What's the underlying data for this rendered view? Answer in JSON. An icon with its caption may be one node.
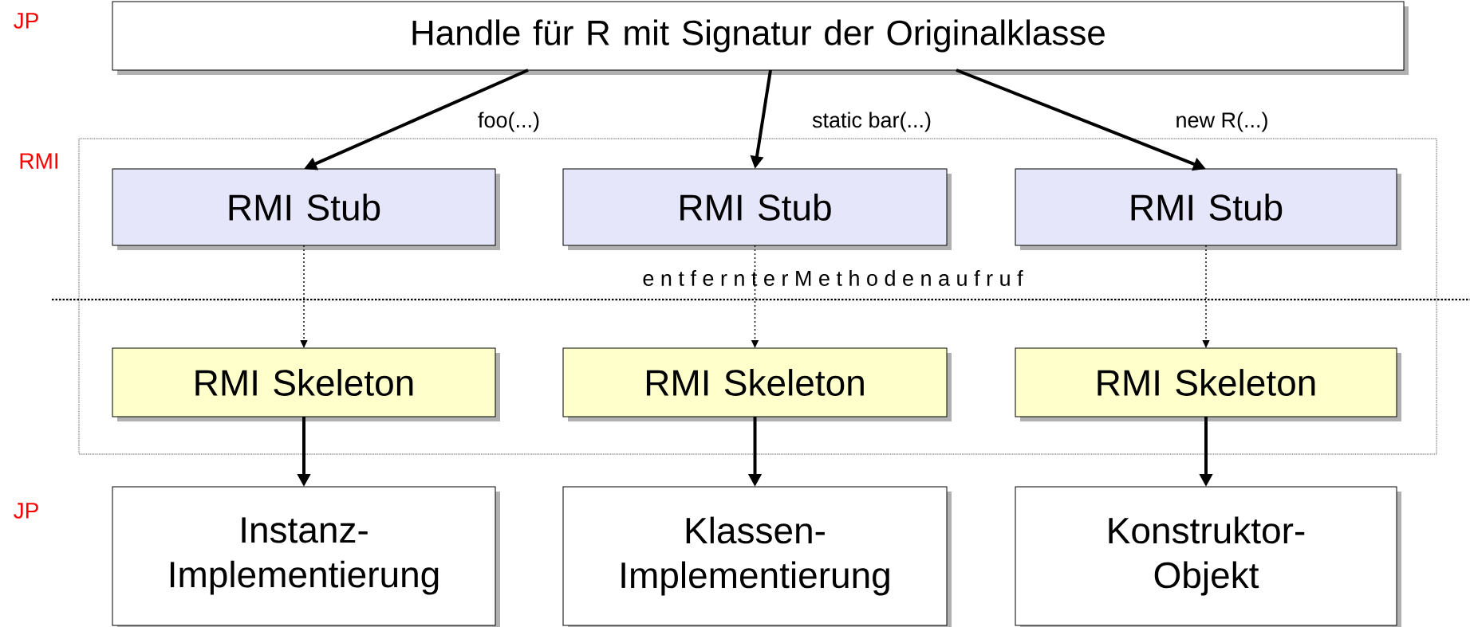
{
  "diagram": {
    "nodes": [
      {
        "text": [
          "Handle für R mit Signatur der Originalklasse"
        ]
      },
      {
        "text": [
          "RMI"
        ]
      },
      {
        "text": [
          "RMI Stub"
        ],
        "in": 1
      },
      {
        "text": [
          "RMI Stub"
        ],
        "in": 1
      },
      {
        "text": [
          "RMI Stub"
        ],
        "in": 1
      },
      {
        "text": [
          "RMI Skeleton"
        ],
        "in": 1
      },
      {
        "text": [
          "RMI Skeleton"
        ],
        "in": 1
      },
      {
        "text": [
          "RMI Skeleton"
        ],
        "in": 1
      },
      {
        "text": [
          "Instanz- Implementierung"
        ]
      },
      {
        "text": [
          "Klassen- Implementierung"
        ]
      },
      {
        "text": [
          "Konstruktor- Objekt"
        ]
      }
    ],
    "edges": [
      {
        "from": 0,
        "to": 2,
        "arrow": "to",
        "label": "foo(...)"
      },
      {
        "from": 0,
        "to": 3,
        "arrow": "to",
        "label": "static bar(...)"
      },
      {
        "from": 0,
        "to": 4,
        "arrow": "to",
        "label": "new R(...)"
      },
      {
        "from": 2,
        "to": 5,
        "arrow": "to",
        "style": "dashed"
      },
      {
        "from": 3,
        "to": 6,
        "arrow": "to",
        "style": "dashed"
      },
      {
        "from": 4,
        "to": 7,
        "arrow": "to",
        "style": "dashed"
      },
      {
        "from": 5,
        "to": 8,
        "arrow": "to"
      },
      {
        "from": 6,
        "to": 9,
        "arrow": "to"
      },
      {
        "from": 7,
        "to": 10,
        "arrow": "to"
      }
    ],
    "labels": [
      "JP",
      "e n t f e r n t e r M e t h o d e n a u f r u f",
      "JP"
    ]
  }
}
